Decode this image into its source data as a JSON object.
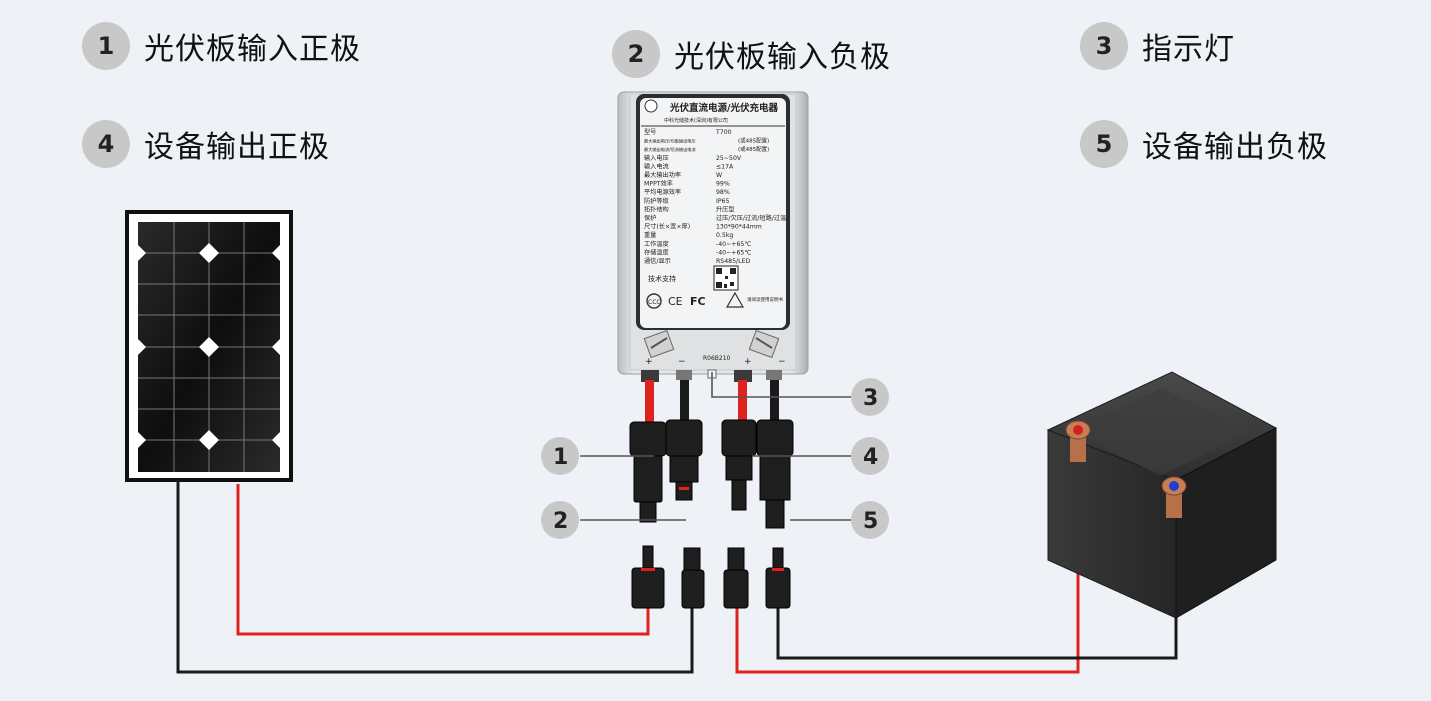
{
  "legend": [
    {
      "num": "1",
      "text": "光伏板输入正极"
    },
    {
      "num": "2",
      "text": "光伏板输入负极"
    },
    {
      "num": "3",
      "text": "指示灯"
    },
    {
      "num": "4",
      "text": "设备输出正极"
    },
    {
      "num": "5",
      "text": "设备输出负极"
    }
  ],
  "callouts": [
    "1",
    "2",
    "3",
    "4",
    "5"
  ],
  "device": {
    "title": "光伏直流电源/光伏充电器",
    "subtitle": "中科光储技术(深圳)有限公司",
    "spec_rows": [
      {
        "k": "型号",
        "v": "T700"
      },
      {
        "k": "最大输出电压/均衡输出电压",
        "v": "(或485配置)"
      },
      {
        "k": "最大输出电流/恒流输出电流",
        "v": "(或485配置)"
      },
      {
        "k": "输入电压",
        "v": "25~50V"
      },
      {
        "k": "输入电流",
        "v": "≤17A"
      },
      {
        "k": "最大输出功率",
        "v": "W"
      },
      {
        "k": "MPPT效率",
        "v": "99%"
      },
      {
        "k": "平均电源效率",
        "v": "98%"
      },
      {
        "k": "防护等级",
        "v": "IP65"
      },
      {
        "k": "拓扑结构",
        "v": "升压型"
      },
      {
        "k": "保护",
        "v": "过压/欠压/过流/短路/过温"
      },
      {
        "k": "尺寸(长×宽×厚)",
        "v": "130*90*44mm"
      },
      {
        "k": "重量",
        "v": "0.5kg"
      },
      {
        "k": "工作温度",
        "v": "-40~+65℃"
      },
      {
        "k": "存储温度",
        "v": "-40~+65℃"
      },
      {
        "k": "通信/显示",
        "v": "RS485/LED"
      }
    ],
    "support": "技术支持",
    "serial": "R06B210",
    "cert_ccc": "CCC",
    "cert_ce": "CE",
    "cert_fc": "FC",
    "warn_text": "请阅读使用说明书"
  },
  "colors": {
    "red": "#e0221f",
    "black": "#1a1a1a",
    "badge": "#c8c8c8"
  }
}
